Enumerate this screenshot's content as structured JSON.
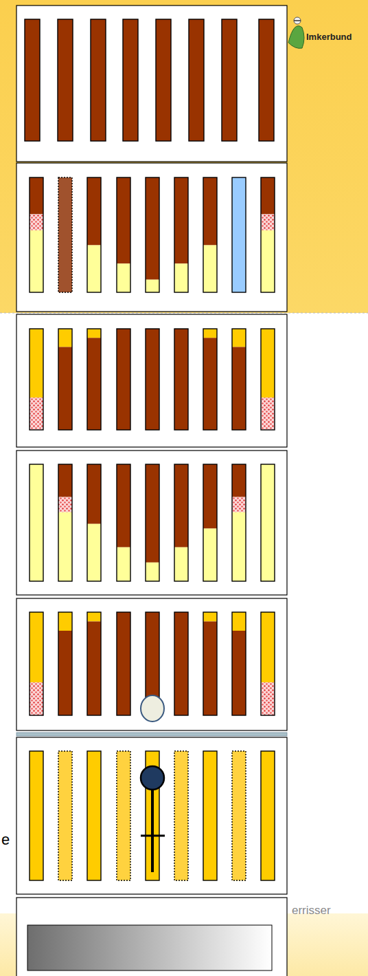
{
  "diagram": {
    "labels": [
      "Imkerbund",
      "e",
      "errisser"
    ]
  }
}
